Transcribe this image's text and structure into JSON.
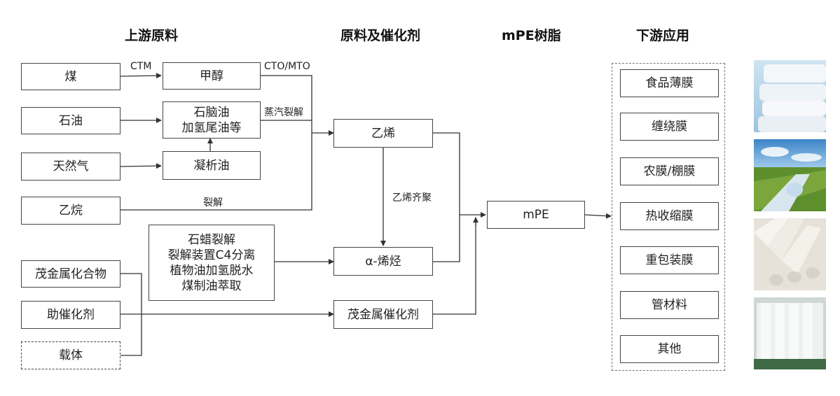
{
  "headers": {
    "upstream": "上游原料",
    "feedstock": "原料及催化剂",
    "resin": "mPE树脂",
    "downstream": "下游应用"
  },
  "raw_materials": {
    "coal": "煤",
    "oil": "石油",
    "natural_gas": "天然气",
    "ethane": "乙烷"
  },
  "intermediates": {
    "methanol": "甲醇",
    "naphtha_line1": "石脑油",
    "naphtha_line2": "加氢尾油等",
    "condensate": "凝析油"
  },
  "catalyst_inputs": {
    "metallocene_compound": "茂金属化合物",
    "cocatalyst": "助催化剂",
    "carrier": "载体"
  },
  "olefin_sources": [
    "石蜡裂解",
    "裂解装置C4分离",
    "植物油加氢脱水",
    "煤制油萃取"
  ],
  "products": {
    "ethylene": "乙烯",
    "alpha_olefin": "α-烯烃",
    "metallocene_catalyst": "茂金属催化剂",
    "mpe": "mPE"
  },
  "edge_labels": {
    "ctm": "CTM",
    "cto_mto": "CTO/MTO",
    "steam_cracking": "蒸汽裂解",
    "cracking": "裂解",
    "copolymerization": "乙烯齐聚"
  },
  "applications": [
    "食品薄膜",
    "缠绕膜",
    "农膜/棚膜",
    "热收缩膜",
    "重包装膜",
    "管材料",
    "其他"
  ],
  "colors": {
    "line": "#333333",
    "box_border": "#444444"
  },
  "photos": [
    "white-bags-photo",
    "farm-film-photo",
    "white-pipes-photo",
    "film-rolls-photo"
  ]
}
